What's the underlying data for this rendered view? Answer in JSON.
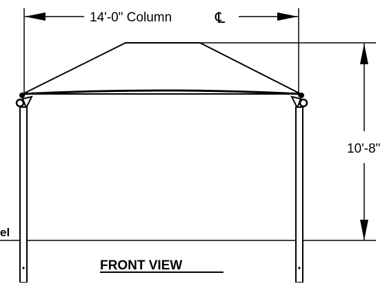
{
  "drawing": {
    "width_dimension": "14'-0\" Column",
    "centerline_symbol": "℄",
    "height_dimension": "10'-8\"",
    "grade_label": "el",
    "view_title": "FRONT VIEW"
  }
}
